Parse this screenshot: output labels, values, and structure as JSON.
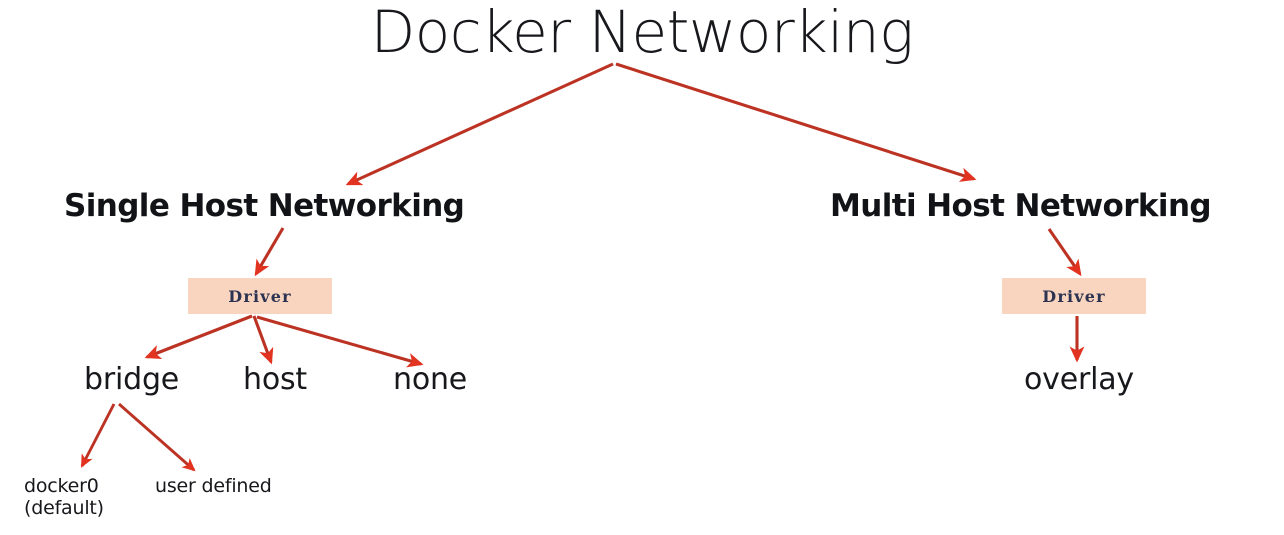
{
  "diagram": {
    "title": "Docker Networking",
    "colors": {
      "arrow_line": "#bc3324",
      "arrow_head": "#e23321",
      "box_fill": "#f9d5bf",
      "box_text": "#2c3350",
      "text": "#17181c",
      "background": "#ffffff"
    },
    "branches": [
      {
        "id": "single-host",
        "heading": "Single Host Networking",
        "driver_label": "Driver",
        "drivers": [
          {
            "id": "bridge",
            "label": "bridge",
            "children": [
              {
                "id": "docker0",
                "label": "docker0\n(default)"
              },
              {
                "id": "user-defined",
                "label": "user defined"
              }
            ]
          },
          {
            "id": "host",
            "label": "host",
            "children": []
          },
          {
            "id": "none",
            "label": "none",
            "children": []
          }
        ]
      },
      {
        "id": "multi-host",
        "heading": "Multi Host Networking",
        "driver_label": "Driver",
        "drivers": [
          {
            "id": "overlay",
            "label": "overlay",
            "children": []
          }
        ]
      }
    ]
  }
}
